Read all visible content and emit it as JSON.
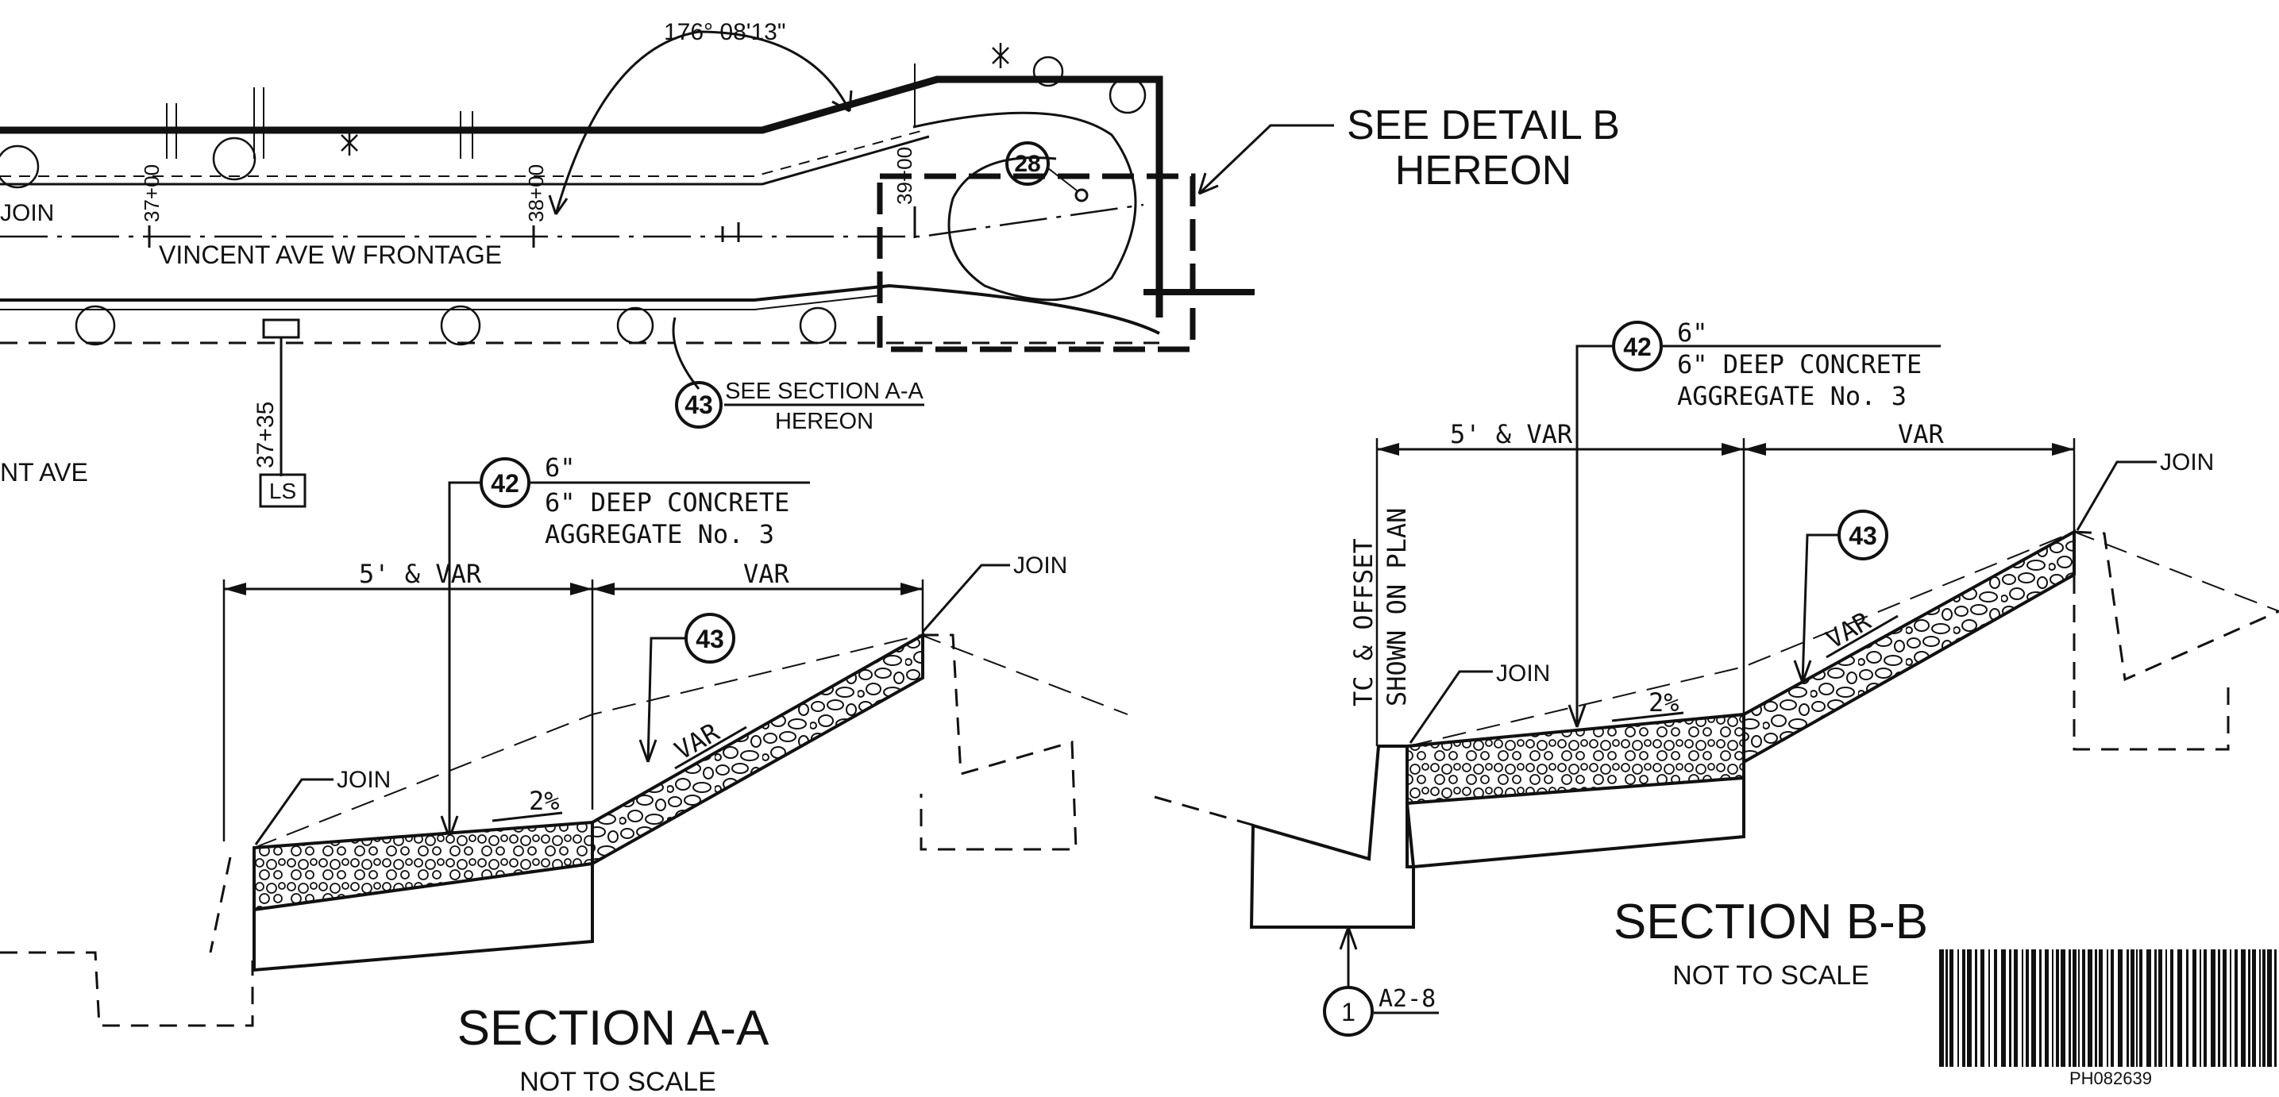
{
  "plan": {
    "angle": "176° 08'13\"",
    "join": "JOIN",
    "street": "VINCENT AVE W FRONTAGE",
    "street_left": "NT AVE",
    "station_37": "37+00",
    "station_38": "38+00",
    "station_39": "39+00",
    "station_ls": "37+35",
    "ls_box": "LS",
    "callout_28": "28",
    "callout_43": "43",
    "see_section_1": "SEE SECTION A-A",
    "see_section_2": "HEREON",
    "detail_b_1": "SEE DETAIL B",
    "detail_b_2": "HEREON"
  },
  "section_a": {
    "callout_42": "42",
    "thickness": "6\"",
    "material_1": "6\" DEEP CONCRETE",
    "material_2": "AGGREGATE No. 3",
    "dim_left": "5' & VAR",
    "dim_right": "VAR",
    "join_right": "JOIN",
    "join_left": "JOIN",
    "callout_43": "43",
    "slope_var": "VAR",
    "slope_pct": "2%",
    "title": "SECTION A-A",
    "subtitle": "NOT TO SCALE"
  },
  "section_b": {
    "callout_42": "42",
    "thickness": "6\"",
    "material_1": "6\" DEEP CONCRETE",
    "material_2": "AGGREGATE No. 3",
    "dim_left": "5' & VAR",
    "dim_right": "VAR",
    "join_right": "JOIN",
    "join_left": "JOIN",
    "callout_43": "43",
    "slope_var": "VAR",
    "slope_pct": "2%",
    "tc_1": "TC & OFFSET",
    "tc_2": "SHOWN ON PLAN",
    "ref_num": "1",
    "ref_sheet": "A2-8",
    "title": "SECTION B-B",
    "subtitle": "NOT TO SCALE"
  },
  "barcode": {
    "id": "PH082639"
  }
}
